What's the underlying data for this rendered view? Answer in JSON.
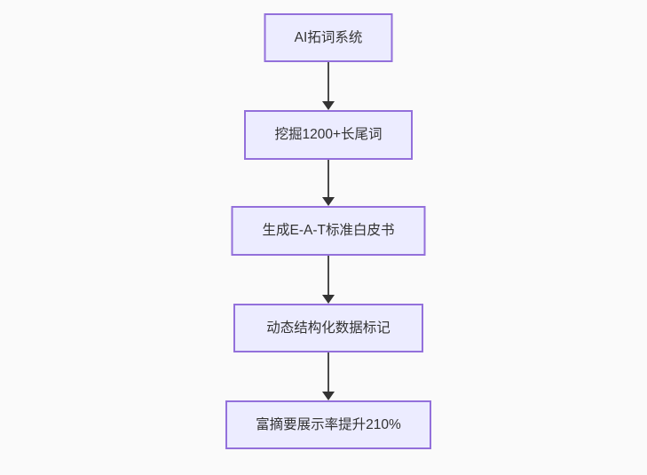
{
  "diagram": {
    "type": "flowchart",
    "direction": "top-down",
    "background_color": "#fafafa",
    "node_fill_color": "#ececff",
    "node_border_color": "#9370db",
    "edge_color": "#333333",
    "text_color": "#333333",
    "nodes": [
      {
        "label": "AI拓词系统"
      },
      {
        "label": "挖掘1200+长尾词"
      },
      {
        "label": "生成E-A-T标准白皮书"
      },
      {
        "label": "动态结构化数据标记"
      },
      {
        "label": "富摘要展示率提升210%"
      }
    ],
    "edges": [
      {
        "from": "AI拓词系统",
        "to": "挖掘1200+长尾词",
        "arrow": "down"
      },
      {
        "from": "挖掘1200+长尾词",
        "to": "生成E-A-T标准白皮书",
        "arrow": "down"
      },
      {
        "from": "生成E-A-T标准白皮书",
        "to": "动态结构化数据标记",
        "arrow": "down"
      },
      {
        "from": "动态结构化数据标记",
        "to": "富摘要展示率提升210%",
        "arrow": "down"
      }
    ]
  }
}
